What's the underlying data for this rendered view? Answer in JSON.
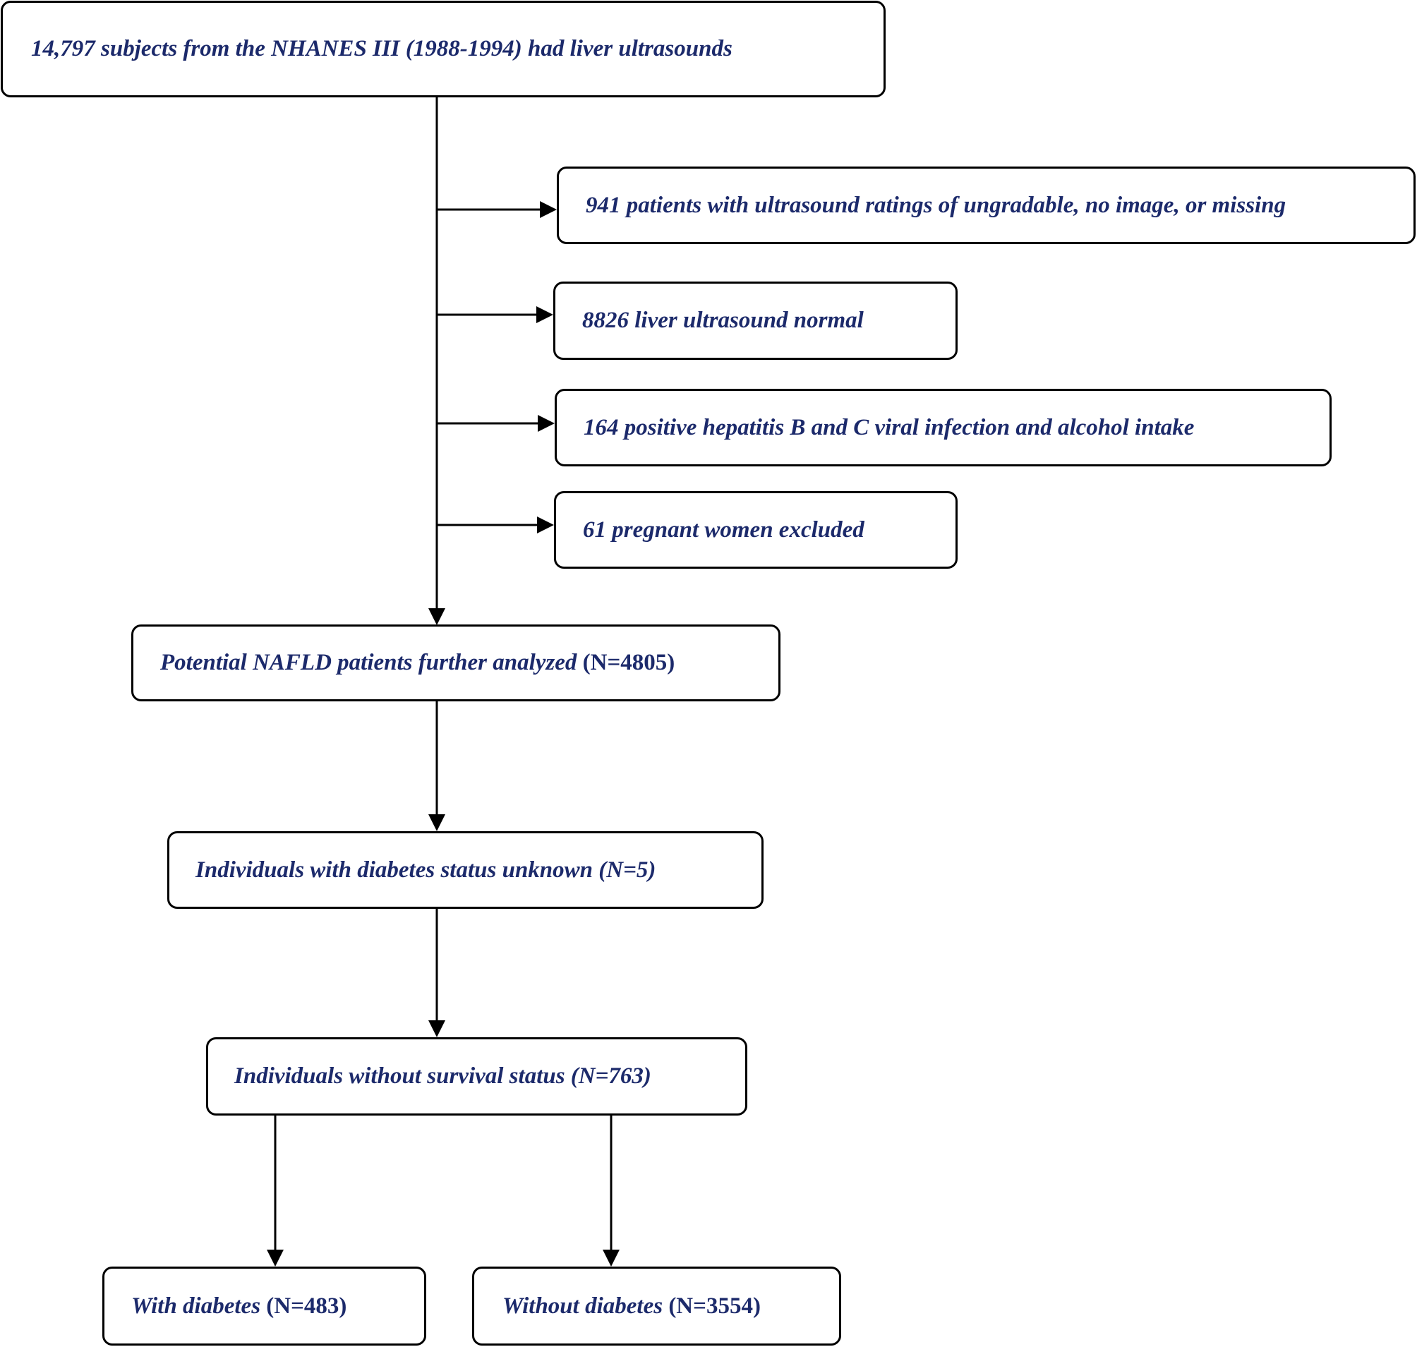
{
  "text_color": "#1c2a6b",
  "line_color": "#000000",
  "boxes": {
    "start": {
      "text": "14,797 subjects from the NHANES III (1988-1994) had liver ultrasounds"
    },
    "excl_ungradable": {
      "text": "941 patients with ultrasound ratings of ungradable, no image, or missing"
    },
    "excl_normal": {
      "text": "8826 liver ultrasound normal"
    },
    "excl_hepatitis": {
      "text": "164 positive hepatitis B and C viral infection and alcohol intake"
    },
    "excl_pregnant": {
      "text": "61 pregnant women excluded"
    },
    "nafld": {
      "text": "Potential NAFLD patients further analyzed",
      "count": "(N=4805)"
    },
    "diabetes_unknown": {
      "text": "Individuals with diabetes status unknown (N=5)"
    },
    "no_survival": {
      "text": "Individuals without survival status (N=763)"
    },
    "with_diabetes": {
      "text": "With diabetes",
      "count": "(N=483)"
    },
    "without_diabetes": {
      "text": "Without diabetes",
      "count": "(N=3554)"
    }
  }
}
